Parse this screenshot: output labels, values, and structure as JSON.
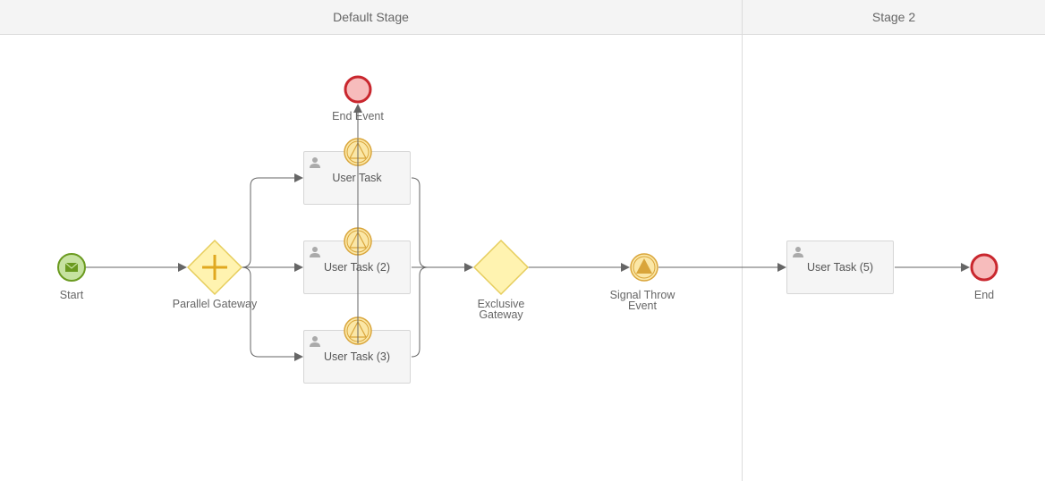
{
  "lanes": {
    "default": "Default Stage",
    "stage2": "Stage 2"
  },
  "nodes": {
    "start": "Start",
    "parallel_gateway": "Parallel Gateway",
    "end_event": "End Event",
    "user_task_1": "User Task",
    "user_task_2": "User Task (2)",
    "user_task_3": "User Task (3)",
    "exclusive_gateway": "Exclusive Gateway",
    "exclusive_gateway_line1": "Exclusive",
    "exclusive_gateway_line2": "Gateway",
    "signal_throw_line1": "Signal Throw",
    "signal_throw_line2": "Event",
    "user_task_5": "User Task (5)",
    "end": "End"
  },
  "colors": {
    "start_fill": "#c6e2a1",
    "start_stroke": "#6a9a1f",
    "end_fill": "#f7bcbc",
    "end_stroke": "#c9272e",
    "gateway_fill": "#fff3b0",
    "gateway_stroke": "#e6cd5c",
    "signal_fill": "#fbe7a6",
    "signal_stroke": "#d9a53a",
    "edge": "#666666"
  },
  "icons": {
    "start": "envelope-icon",
    "signal": "triangle-icon",
    "task": "user-icon",
    "parallel": "plus-icon"
  }
}
